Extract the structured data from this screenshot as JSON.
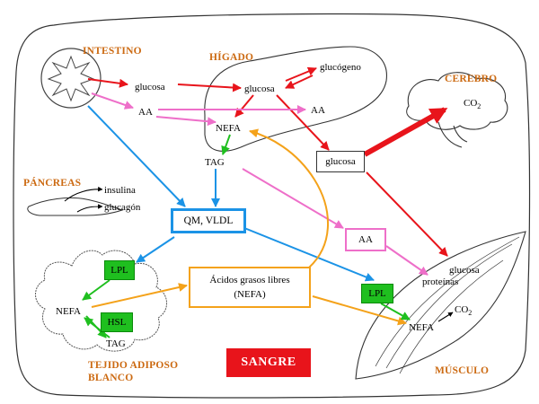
{
  "organs": {
    "intestino": "INTESTINO",
    "higado": "HÍGADO",
    "cerebro": "CEREBRO",
    "pancreas": "PÁNCREAS",
    "tejido_line1": "TEJIDO ADIPOSO",
    "tejido_line2": "BLANCO",
    "musculo": "MÚSCULO"
  },
  "metabolites": {
    "glucosa_intestine": "glucosa",
    "aa_intestine": "AA",
    "glucosa_liver": "glucosa",
    "glucogeno": "glucógeno",
    "aa_liver": "AA",
    "nefa_liver": "NEFA",
    "tag_liver": "TAG",
    "glucosa_box": "glucosa",
    "insulina": "insulina",
    "glucagon": "glucagón",
    "qm_vldl": "QM, VLDL",
    "aa_box": "AA",
    "agl_line1": "Ácidos grasos libres",
    "agl_line2": "(NEFA)",
    "glucosa_muscle": "glucosa",
    "proteinas": "proteínas",
    "nefa_muscle": "NEFA",
    "co2_muscle": "CO",
    "co2_brain": "CO",
    "co2_sub": "2",
    "nefa_adipose": "NEFA",
    "tag_adipose": "TAG"
  },
  "enzymes": {
    "lpl_adipose": "LPL",
    "hsl": "HSL",
    "lpl_muscle": "LPL"
  },
  "sangre": "SANGRE",
  "colors": {
    "glucose_red": "#e8141b",
    "amino_pink": "#ee6fc9",
    "lipoprotein_blue": "#1b93e6",
    "nefa_orange": "#f4a21a",
    "enzyme_green": "#1fbf1f",
    "organ_label_orange": "#cc6a12",
    "sangre_red": "#e8141b"
  }
}
